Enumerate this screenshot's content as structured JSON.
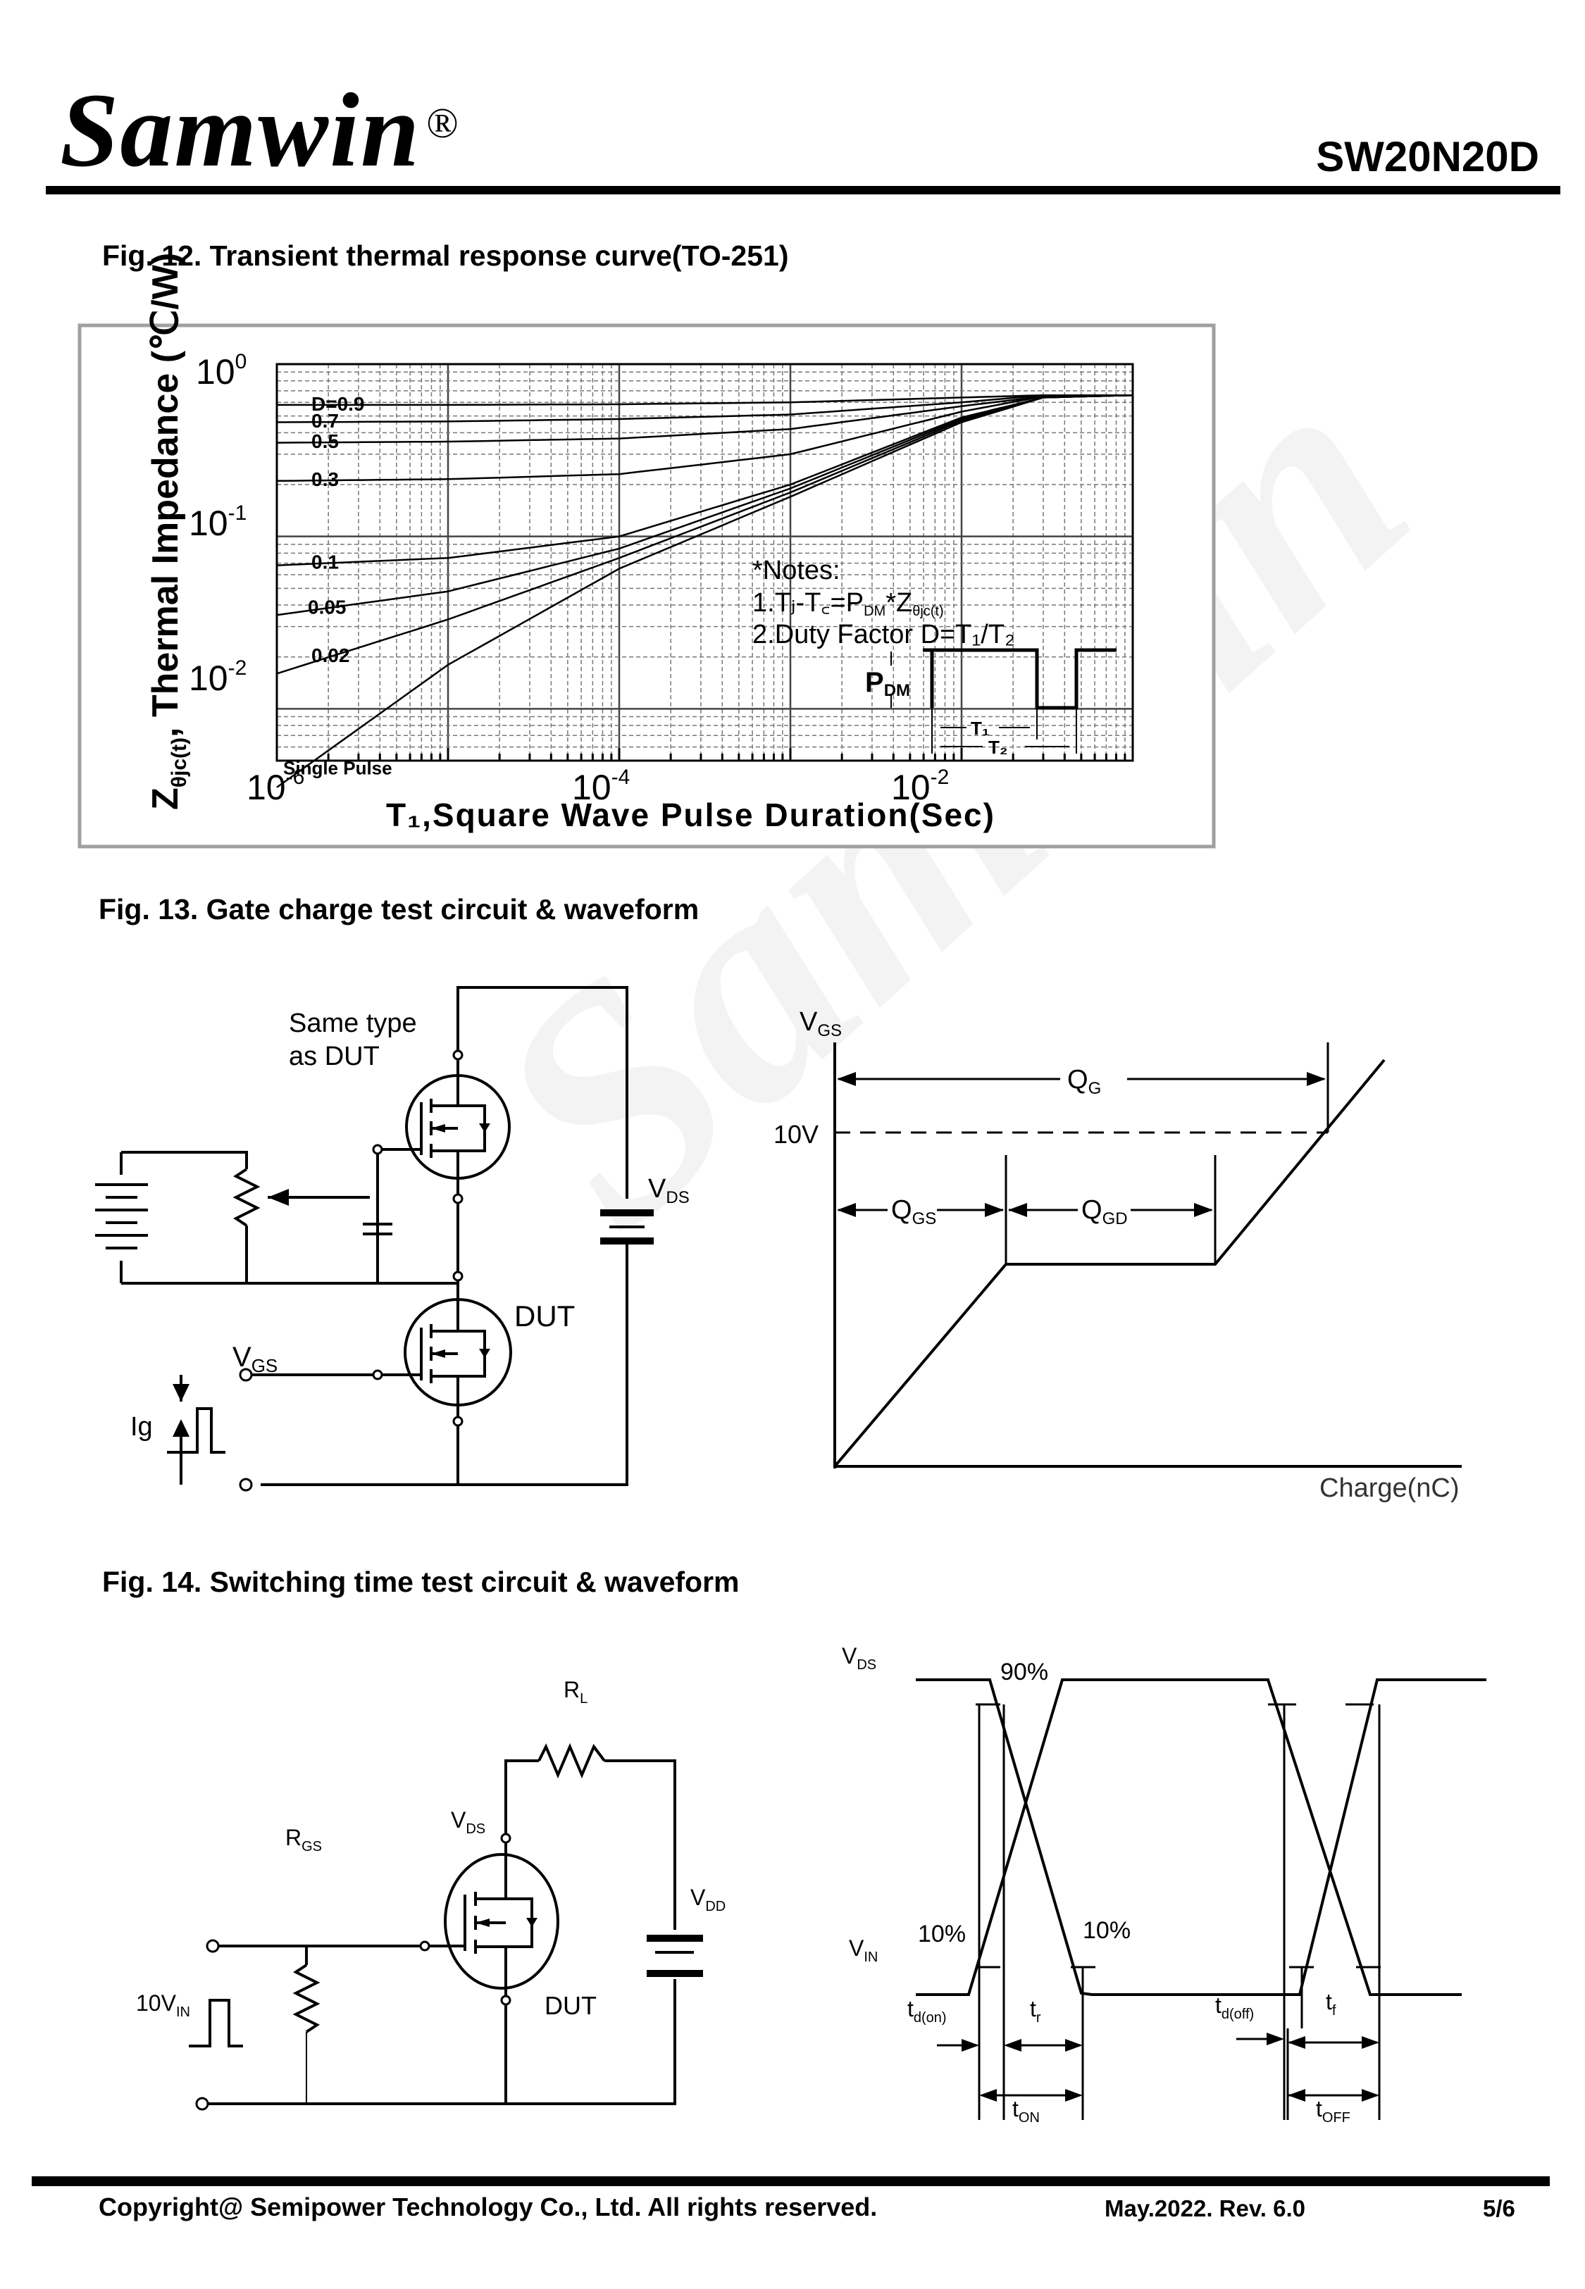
{
  "header": {
    "brand": "Samwin",
    "reg_mark": "®",
    "part_number": "SW20N20D"
  },
  "fig12": {
    "title": "Fig. 12. Transient thermal response curve(TO-251)",
    "y_tick_labels": [
      "10",
      "10",
      "10"
    ],
    "y_tick_exps": [
      "0",
      "-1",
      "-2"
    ],
    "x_tick_labels": [
      "10",
      "10",
      "10"
    ],
    "x_tick_exps": [
      "-6",
      "-4",
      "-2"
    ],
    "ylabel_main": "Z",
    "ylabel_sub": "θjc(t)",
    "ylabel_rest": ", Thermal Impedance (℃/W)",
    "xlabel": "T₁,Square Wave Pulse Duration(Sec)",
    "curve_labels": [
      "D=0.9",
      "0.7",
      "0.5",
      "0.3",
      "0.1",
      "0.05",
      "0.02",
      "Single Pulse"
    ],
    "notes_title": "*Notes:",
    "note1": "1.Tⱼ-T꜀=P",
    "note1_sub": "DM",
    "note1_rest": "*Z",
    "note1_sub2": "θjc(t)",
    "note2": "2.Duty Factor D=T₁/T₂",
    "pdm": "P",
    "pdm_sub": "DM",
    "t1": "T₁",
    "t2": "T₂"
  },
  "chart_data": {
    "type": "line",
    "title": "",
    "xlabel": "T₁,Square Wave Pulse Duration(Sec)",
    "ylabel": "Zθjc(t), Thermal Impedance (℃/W)",
    "x_scale": "log",
    "y_scale": "log",
    "xlim": [
      1e-06,
      0.1
    ],
    "ylim": [
      0.005,
      1
    ],
    "grid": true,
    "series": [
      {
        "name": "D=0.9",
        "x": [
          1e-06,
          1e-05,
          0.0001,
          0.001,
          0.01,
          0.03,
          0.1
        ],
        "y": [
          0.58,
          0.58,
          0.585,
          0.6,
          0.64,
          0.66,
          0.66
        ]
      },
      {
        "name": "0.7",
        "x": [
          1e-06,
          1e-05,
          0.0001,
          0.001,
          0.01,
          0.03,
          0.1
        ],
        "y": [
          0.46,
          0.465,
          0.48,
          0.51,
          0.6,
          0.66,
          0.66
        ]
      },
      {
        "name": "0.5",
        "x": [
          1e-06,
          1e-05,
          0.0001,
          0.001,
          0.01,
          0.03,
          0.1
        ],
        "y": [
          0.35,
          0.355,
          0.37,
          0.42,
          0.57,
          0.65,
          0.66
        ]
      },
      {
        "name": "0.3",
        "x": [
          1e-06,
          1e-05,
          0.0001,
          0.001,
          0.01,
          0.03,
          0.1
        ],
        "y": [
          0.21,
          0.215,
          0.23,
          0.3,
          0.53,
          0.65,
          0.66
        ]
      },
      {
        "name": "0.1",
        "x": [
          1e-06,
          1e-05,
          0.0001,
          0.001,
          0.01,
          0.03,
          0.1
        ],
        "y": [
          0.068,
          0.075,
          0.1,
          0.2,
          0.49,
          0.64,
          0.66
        ]
      },
      {
        "name": "0.05",
        "x": [
          1e-06,
          1e-05,
          0.0001,
          0.001,
          0.01,
          0.03,
          0.1
        ],
        "y": [
          0.035,
          0.048,
          0.085,
          0.19,
          0.48,
          0.64,
          0.66
        ]
      },
      {
        "name": "0.02",
        "x": [
          1e-06,
          1e-05,
          0.0001,
          0.001,
          0.01,
          0.03,
          0.1
        ],
        "y": [
          0.016,
          0.033,
          0.075,
          0.18,
          0.47,
          0.64,
          0.66
        ]
      },
      {
        "name": "Single Pulse",
        "x": [
          1e-06,
          1e-05,
          0.0001,
          0.001,
          0.01,
          0.03,
          0.1
        ],
        "y": [
          0.0035,
          0.018,
          0.065,
          0.17,
          0.46,
          0.64,
          0.66
        ]
      }
    ]
  },
  "fig13": {
    "title": "Fig. 13. Gate charge test circuit & waveform",
    "same_type_line1": "Same type",
    "same_type_line2": "as DUT",
    "vds": "V",
    "vds_sub": "DS",
    "dut": "DUT",
    "vgs": "V",
    "vgs_sub": "GS",
    "ig": "Ig",
    "wave_vgs": "V",
    "wave_vgs_sub": "GS",
    "qg": "Q",
    "qg_sub": "G",
    "ten_v": "10V",
    "qgs": "Q",
    "qgs_sub": "GS",
    "qgd": "Q",
    "qgd_sub": "GD",
    "charge": "Charge(nC)"
  },
  "fig14": {
    "title": "Fig. 14. Switching time test circuit & waveform",
    "rl": "R",
    "rl_sub": "L",
    "rgs": "R",
    "rgs_sub": "GS",
    "vds": "V",
    "vds_sub": "DS",
    "vdd": "V",
    "vdd_sub": "DD",
    "vin_src": "10V",
    "vin_src_sub": "IN",
    "dut": "DUT",
    "w_vds": "V",
    "w_vds_sub": "DS",
    "w_vin": "V",
    "w_vin_sub": "IN",
    "p90": "90%",
    "p10a": "10%",
    "p10b": "10%",
    "tdon": "t",
    "tdon_sub": "d(on)",
    "tr": "t",
    "tr_sub": "r",
    "tdoff": "t",
    "tdoff_sub": "d(off)",
    "tf": "t",
    "tf_sub": "f",
    "ton": "t",
    "ton_sub": "ON",
    "toff": "t",
    "toff_sub": "OFF"
  },
  "footer": {
    "copyright": "Copyright@ Semipower Technology Co., Ltd. All rights reserved.",
    "date_rev": "May.2022. Rev. 6.0",
    "page": "5/6"
  }
}
